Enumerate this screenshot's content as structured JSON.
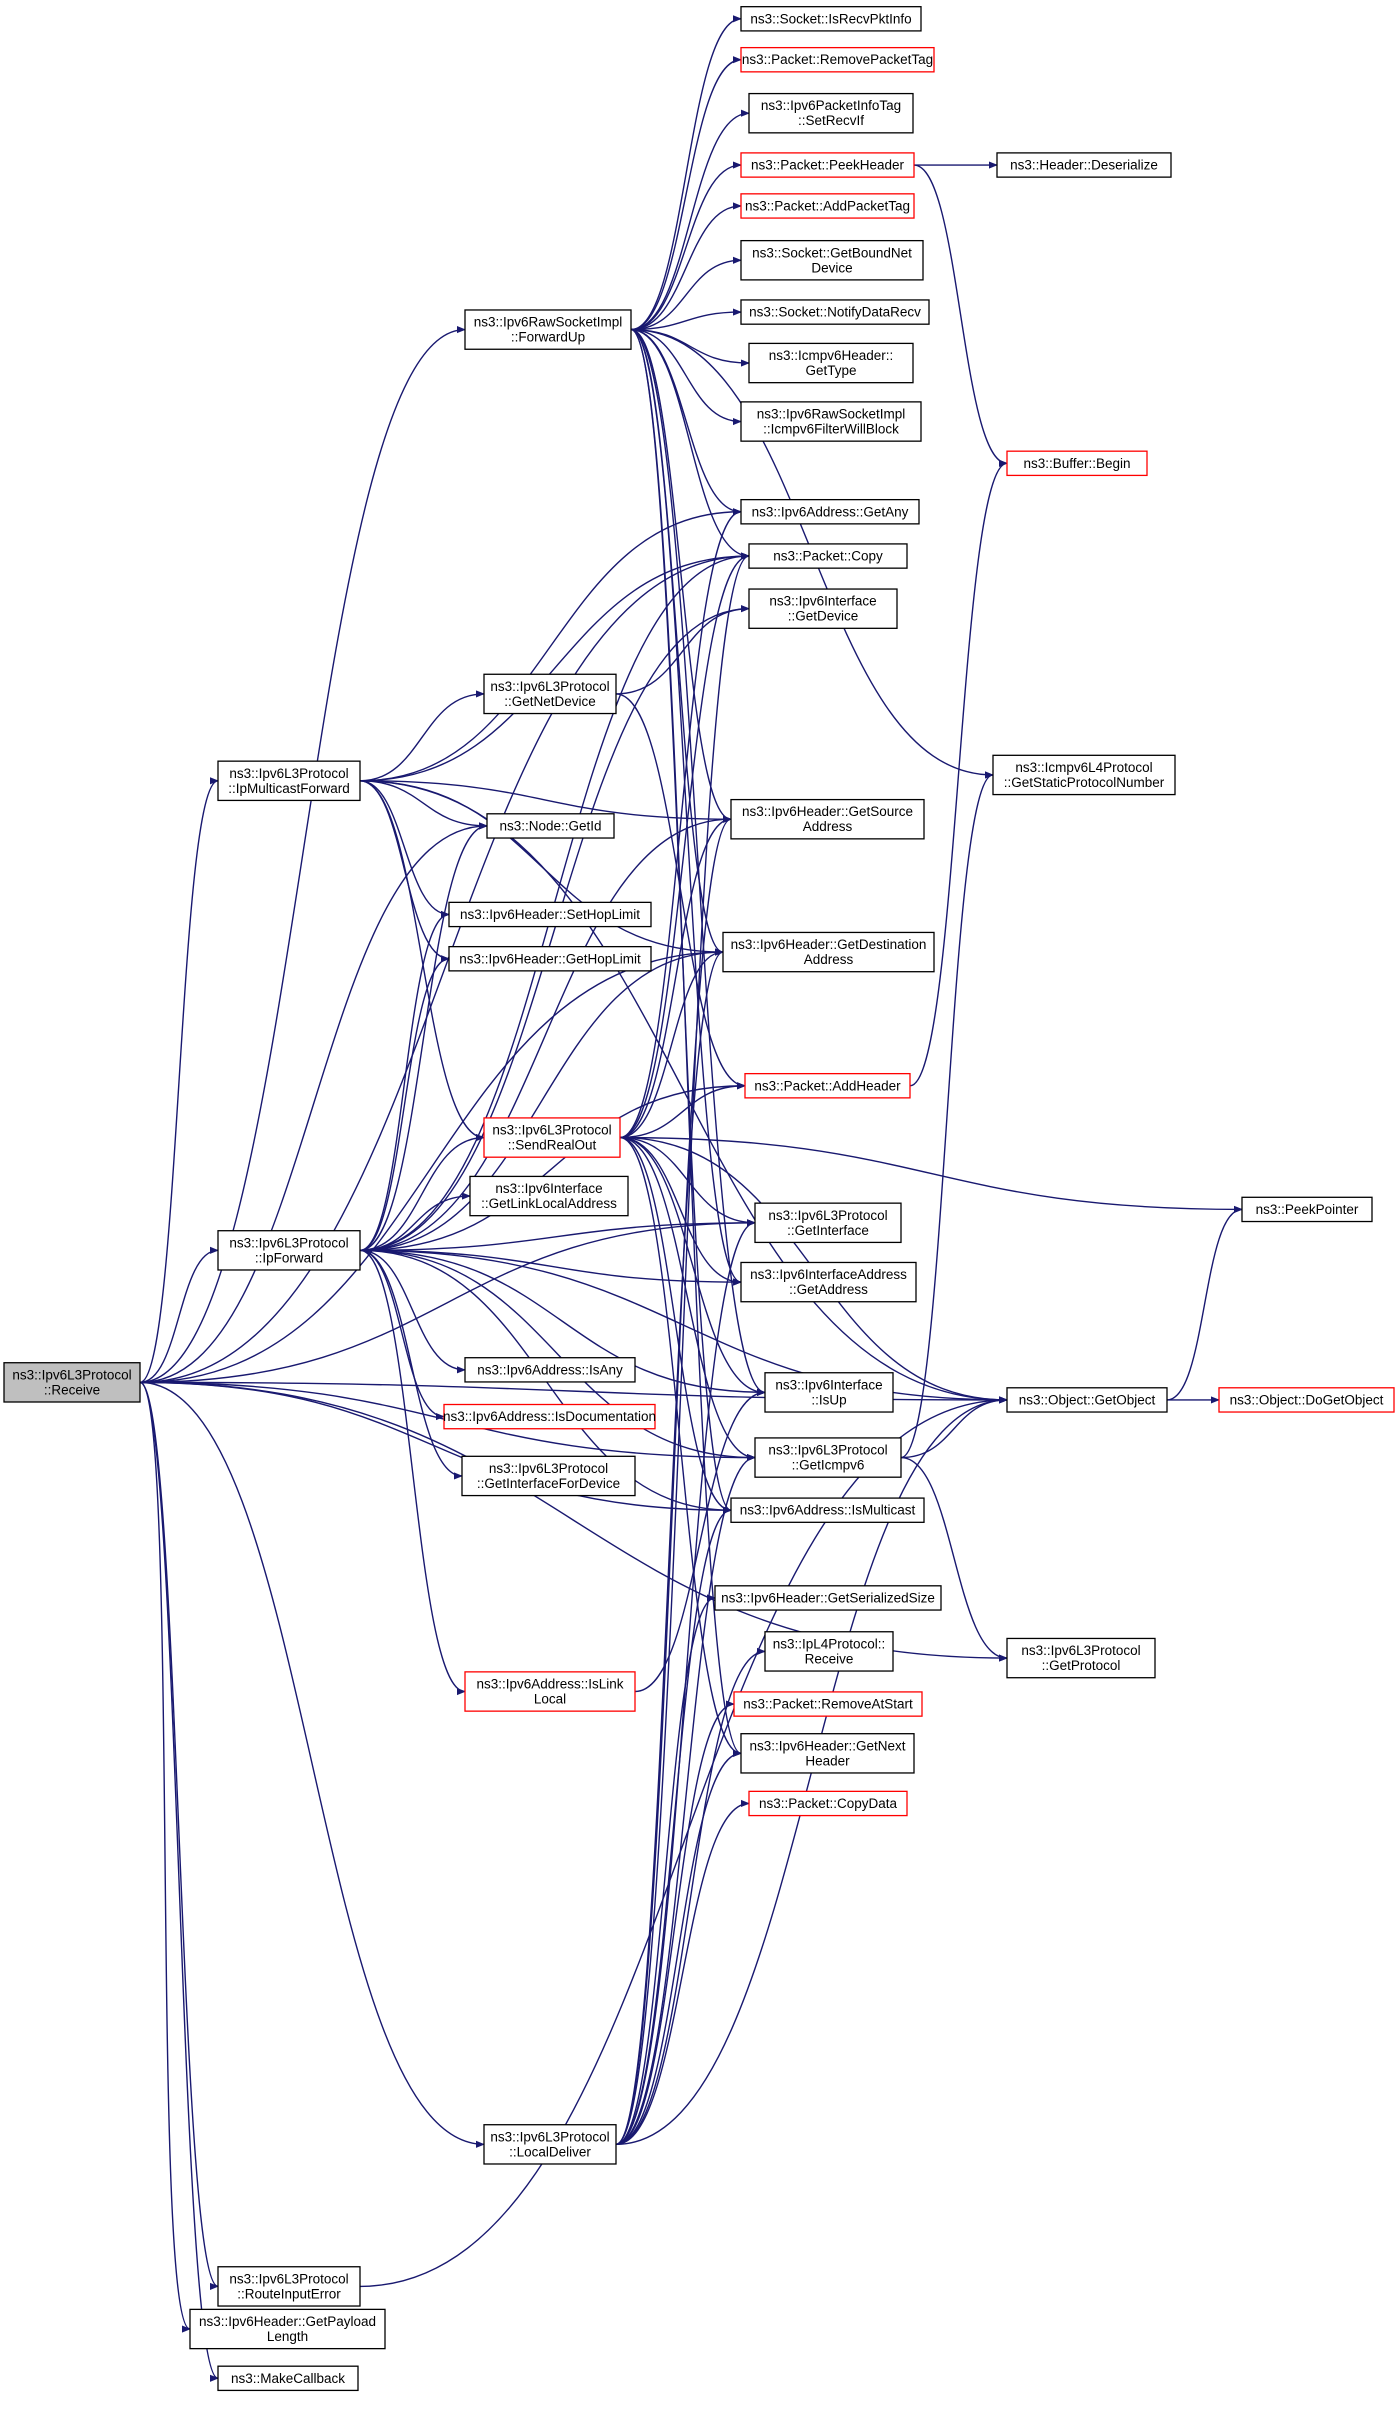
{
  "nodes": [
    {
      "id": "receive",
      "lines": [
        "ns3::Ipv6L3Protocol",
        "::Receive"
      ],
      "style": "root"
    },
    {
      "id": "ipmulticastforward",
      "lines": [
        "ns3::Ipv6L3Protocol",
        "::IpMulticastForward"
      ],
      "style": "normal"
    },
    {
      "id": "ipforward",
      "lines": [
        "ns3::Ipv6L3Protocol",
        "::IpForward"
      ],
      "style": "normal"
    },
    {
      "id": "localdeliver",
      "lines": [
        "ns3::Ipv6L3Protocol",
        "::LocalDeliver"
      ],
      "style": "normal"
    },
    {
      "id": "routeinputerror",
      "lines": [
        "ns3::Ipv6L3Protocol",
        "::RouteInputError"
      ],
      "style": "normal"
    },
    {
      "id": "getpayloadlength",
      "lines": [
        "ns3::Ipv6Header::GetPayload",
        "Length"
      ],
      "style": "normal"
    },
    {
      "id": "makecallback",
      "lines": [
        "ns3::MakeCallback"
      ],
      "style": "normal"
    },
    {
      "id": "forwardup",
      "lines": [
        "ns3::Ipv6RawSocketImpl",
        "::ForwardUp"
      ],
      "style": "normal"
    },
    {
      "id": "getnetdevice",
      "lines": [
        "ns3::Ipv6L3Protocol",
        "::GetNetDevice"
      ],
      "style": "normal"
    },
    {
      "id": "nodegetid",
      "lines": [
        "ns3::Node::GetId"
      ],
      "style": "normal"
    },
    {
      "id": "sethoplimit",
      "lines": [
        "ns3::Ipv6Header::SetHopLimit"
      ],
      "style": "normal"
    },
    {
      "id": "gethoplimit",
      "lines": [
        "ns3::Ipv6Header::GetHopLimit"
      ],
      "style": "normal"
    },
    {
      "id": "sendrealout",
      "lines": [
        "ns3::Ipv6L3Protocol",
        "::SendRealOut"
      ],
      "style": "trunc"
    },
    {
      "id": "getlinklocaladdress",
      "lines": [
        "ns3::Ipv6Interface",
        "::GetLinkLocalAddress"
      ],
      "style": "normal"
    },
    {
      "id": "isany",
      "lines": [
        "ns3::Ipv6Address::IsAny"
      ],
      "style": "normal"
    },
    {
      "id": "isdocumentation",
      "lines": [
        "ns3::Ipv6Address::IsDocumentation"
      ],
      "style": "trunc"
    },
    {
      "id": "getinterfacefordevice",
      "lines": [
        "ns3::Ipv6L3Protocol",
        "::GetInterfaceForDevice"
      ],
      "style": "normal"
    },
    {
      "id": "islinklocal",
      "lines": [
        "ns3::Ipv6Address::IsLink",
        "Local"
      ],
      "style": "trunc"
    },
    {
      "id": "isrecvpktinfo",
      "lines": [
        "ns3::Socket::IsRecvPktInfo"
      ],
      "style": "normal"
    },
    {
      "id": "removepackettag",
      "lines": [
        "ns3::Packet::RemovePacketTag"
      ],
      "style": "trunc"
    },
    {
      "id": "setrecvif",
      "lines": [
        "ns3::Ipv6PacketInfoTag",
        "::SetRecvIf"
      ],
      "style": "normal"
    },
    {
      "id": "peekheader",
      "lines": [
        "ns3::Packet::PeekHeader"
      ],
      "style": "trunc"
    },
    {
      "id": "addpackettag",
      "lines": [
        "ns3::Packet::AddPacketTag"
      ],
      "style": "trunc"
    },
    {
      "id": "getboundnetdevice",
      "lines": [
        "ns3::Socket::GetBoundNet",
        "Device"
      ],
      "style": "normal"
    },
    {
      "id": "notifydatarecv",
      "lines": [
        "ns3::Socket::NotifyDataRecv"
      ],
      "style": "normal"
    },
    {
      "id": "icmpgettype",
      "lines": [
        "ns3::Icmpv6Header::",
        "GetType"
      ],
      "style": "normal"
    },
    {
      "id": "icmpfilterwillblock",
      "lines": [
        "ns3::Ipv6RawSocketImpl",
        "::Icmpv6FilterWillBlock"
      ],
      "style": "normal"
    },
    {
      "id": "getany",
      "lines": [
        "ns3::Ipv6Address::GetAny"
      ],
      "style": "normal"
    },
    {
      "id": "packetcopy",
      "lines": [
        "ns3::Packet::Copy"
      ],
      "style": "normal"
    },
    {
      "id": "ifgetdevice",
      "lines": [
        "ns3::Ipv6Interface",
        "::GetDevice"
      ],
      "style": "normal"
    },
    {
      "id": "getsourceaddress",
      "lines": [
        "ns3::Ipv6Header::GetSource",
        "Address"
      ],
      "style": "normal"
    },
    {
      "id": "getdestinationaddress",
      "lines": [
        "ns3::Ipv6Header::GetDestination",
        "Address"
      ],
      "style": "normal"
    },
    {
      "id": "addheader",
      "lines": [
        "ns3::Packet::AddHeader"
      ],
      "style": "trunc"
    },
    {
      "id": "getinterface",
      "lines": [
        "ns3::Ipv6L3Protocol",
        "::GetInterface"
      ],
      "style": "normal"
    },
    {
      "id": "ifaddrgetaddress",
      "lines": [
        "ns3::Ipv6InterfaceAddress",
        "::GetAddress"
      ],
      "style": "normal"
    },
    {
      "id": "ifisup",
      "lines": [
        "ns3::Ipv6Interface",
        "::IsUp"
      ],
      "style": "normal"
    },
    {
      "id": "geticmpv6",
      "lines": [
        "ns3::Ipv6L3Protocol",
        "::GetIcmpv6"
      ],
      "style": "normal"
    },
    {
      "id": "ismulticast",
      "lines": [
        "ns3::Ipv6Address::IsMulticast"
      ],
      "style": "normal"
    },
    {
      "id": "getserializedsize",
      "lines": [
        "ns3::Ipv6Header::GetSerializedSize"
      ],
      "style": "normal"
    },
    {
      "id": "l4receive",
      "lines": [
        "ns3::IpL4Protocol::",
        "Receive"
      ],
      "style": "normal"
    },
    {
      "id": "removeatstart",
      "lines": [
        "ns3::Packet::RemoveAtStart"
      ],
      "style": "trunc"
    },
    {
      "id": "getnextheader",
      "lines": [
        "ns3::Ipv6Header::GetNext",
        "Header"
      ],
      "style": "normal"
    },
    {
      "id": "copydata",
      "lines": [
        "ns3::Packet::CopyData"
      ],
      "style": "trunc"
    },
    {
      "id": "headerdeserialize",
      "lines": [
        "ns3::Header::Deserialize"
      ],
      "style": "normal"
    },
    {
      "id": "bufferbegin",
      "lines": [
        "ns3::Buffer::Begin"
      ],
      "style": "trunc"
    },
    {
      "id": "getstaticprotocolnumber",
      "lines": [
        "ns3::Icmpv6L4Protocol",
        "::GetStaticProtocolNumber"
      ],
      "style": "normal"
    },
    {
      "id": "peekpointer",
      "lines": [
        "ns3::PeekPointer"
      ],
      "style": "normal"
    },
    {
      "id": "objectgetobject",
      "lines": [
        "ns3::Object::GetObject"
      ],
      "style": "normal"
    },
    {
      "id": "getprotocol",
      "lines": [
        "ns3::Ipv6L3Protocol",
        "::GetProtocol"
      ],
      "style": "normal"
    },
    {
      "id": "dogetobject",
      "lines": [
        "ns3::Object::DoGetObject"
      ],
      "style": "trunc"
    }
  ],
  "edges": [
    [
      "receive",
      "forwardup"
    ],
    [
      "receive",
      "ipmulticastforward"
    ],
    [
      "receive",
      "ipforward"
    ],
    [
      "receive",
      "localdeliver"
    ],
    [
      "receive",
      "routeinputerror"
    ],
    [
      "receive",
      "getpayloadlength"
    ],
    [
      "receive",
      "makecallback"
    ],
    [
      "receive",
      "packetcopy"
    ],
    [
      "receive",
      "nodegetid"
    ],
    [
      "receive",
      "getdestinationaddress"
    ],
    [
      "receive",
      "getinterface"
    ],
    [
      "receive",
      "geticmpv6"
    ],
    [
      "receive",
      "ismulticast"
    ],
    [
      "receive",
      "objectgetobject"
    ],
    [
      "forwardup",
      "isrecvpktinfo"
    ],
    [
      "forwardup",
      "removepackettag"
    ],
    [
      "forwardup",
      "setrecvif"
    ],
    [
      "forwardup",
      "peekheader"
    ],
    [
      "forwardup",
      "addpackettag"
    ],
    [
      "forwardup",
      "getboundnetdevice"
    ],
    [
      "forwardup",
      "notifydatarecv"
    ],
    [
      "forwardup",
      "icmpgettype"
    ],
    [
      "forwardup",
      "icmpfilterwillblock"
    ],
    [
      "forwardup",
      "getany"
    ],
    [
      "forwardup",
      "packetcopy"
    ],
    [
      "forwardup",
      "getsourceaddress"
    ],
    [
      "forwardup",
      "getdestinationaddress"
    ],
    [
      "forwardup",
      "getstaticprotocolnumber"
    ],
    [
      "forwardup",
      "ifaddrgetaddress"
    ],
    [
      "forwardup",
      "ifisup"
    ],
    [
      "forwardup",
      "ismulticast"
    ],
    [
      "forwardup",
      "getnextheader"
    ],
    [
      "ipmulticastforward",
      "getnetdevice"
    ],
    [
      "ipmulticastforward",
      "nodegetid"
    ],
    [
      "ipmulticastforward",
      "sethoplimit"
    ],
    [
      "ipmulticastforward",
      "gethoplimit"
    ],
    [
      "ipmulticastforward",
      "sendrealout"
    ],
    [
      "ipmulticastforward",
      "getany"
    ],
    [
      "ipmulticastforward",
      "packetcopy"
    ],
    [
      "ipmulticastforward",
      "getsourceaddress"
    ],
    [
      "ipmulticastforward",
      "getdestinationaddress"
    ],
    [
      "ipmulticastforward",
      "objectgetobject"
    ],
    [
      "ipforward",
      "sendrealout"
    ],
    [
      "ipforward",
      "getlinklocaladdress"
    ],
    [
      "ipforward",
      "isany"
    ],
    [
      "ipforward",
      "isdocumentation"
    ],
    [
      "ipforward",
      "getinterfacefordevice"
    ],
    [
      "ipforward",
      "islinklocal"
    ],
    [
      "ipforward",
      "nodegetid"
    ],
    [
      "ipforward",
      "sethoplimit"
    ],
    [
      "ipforward",
      "gethoplimit"
    ],
    [
      "ipforward",
      "packetcopy"
    ],
    [
      "ipforward",
      "ifgetdevice"
    ],
    [
      "ipforward",
      "getsourceaddress"
    ],
    [
      "ipforward",
      "getdestinationaddress"
    ],
    [
      "ipforward",
      "addheader"
    ],
    [
      "ipforward",
      "getinterface"
    ],
    [
      "ipforward",
      "ifaddrgetaddress"
    ],
    [
      "ipforward",
      "objectgetobject"
    ],
    [
      "ipforward",
      "geticmpv6"
    ],
    [
      "ipforward",
      "ismulticast"
    ],
    [
      "ipforward",
      "ifisup"
    ],
    [
      "getnetdevice",
      "ifgetdevice"
    ],
    [
      "getnetdevice",
      "addheader"
    ],
    [
      "sendrealout",
      "addheader"
    ],
    [
      "sendrealout",
      "getinterface"
    ],
    [
      "sendrealout",
      "ifaddrgetaddress"
    ],
    [
      "sendrealout",
      "ifisup"
    ],
    [
      "sendrealout",
      "geticmpv6"
    ],
    [
      "sendrealout",
      "getsourceaddress"
    ],
    [
      "sendrealout",
      "getdestinationaddress"
    ],
    [
      "sendrealout",
      "packetcopy"
    ],
    [
      "sendrealout",
      "getany"
    ],
    [
      "sendrealout",
      "peekpointer"
    ],
    [
      "sendrealout",
      "objectgetobject"
    ],
    [
      "sendrealout",
      "ismulticast"
    ],
    [
      "sendrealout",
      "getnextheader"
    ],
    [
      "islinklocal",
      "ifisup"
    ],
    [
      "localdeliver",
      "getinterface"
    ],
    [
      "localdeliver",
      "geticmpv6"
    ],
    [
      "localdeliver",
      "ismulticast"
    ],
    [
      "localdeliver",
      "getserializedsize"
    ],
    [
      "localdeliver",
      "l4receive"
    ],
    [
      "localdeliver",
      "removeatstart"
    ],
    [
      "localdeliver",
      "getnextheader"
    ],
    [
      "localdeliver",
      "copydata"
    ],
    [
      "localdeliver",
      "packetcopy"
    ],
    [
      "localdeliver",
      "getsourceaddress"
    ],
    [
      "localdeliver",
      "getdestinationaddress"
    ],
    [
      "localdeliver",
      "objectgetobject"
    ],
    [
      "routeinputerror",
      "objectgetobject"
    ],
    [
      "peekheader",
      "headerdeserialize"
    ],
    [
      "peekheader",
      "bufferbegin"
    ],
    [
      "addheader",
      "bufferbegin"
    ],
    [
      "geticmpv6",
      "objectgetobject"
    ],
    [
      "geticmpv6",
      "getprotocol"
    ],
    [
      "geticmpv6",
      "getstaticprotocolnumber"
    ],
    [
      "objectgetobject",
      "peekpointer"
    ],
    [
      "objectgetobject",
      "dogetobject"
    ],
    [
      "receive",
      "getprotocol"
    ]
  ]
}
